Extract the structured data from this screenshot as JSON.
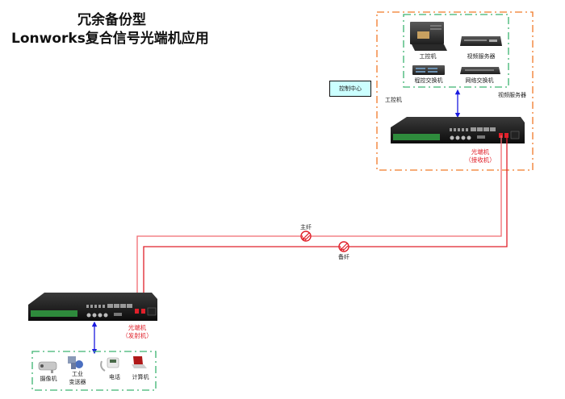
{
  "title": {
    "line1": "冗余备份型",
    "line2": "Lonworks复合信号光端机应用"
  },
  "control_center": {
    "label": "控制中心",
    "devices": [
      {
        "label": "工控机",
        "icon": "industrial-pc-icon"
      },
      {
        "label": "视频服务器",
        "icon": "video-server-icon"
      },
      {
        "label": "程控交换机",
        "icon": "pbx-switch-icon"
      },
      {
        "label": "网络交换机",
        "icon": "network-switch-icon"
      }
    ],
    "side_label_left": "工控机",
    "side_label_right": "视频服务器",
    "receiver": {
      "line1": "光端机",
      "line2": "（接收机）"
    }
  },
  "fiber": {
    "main_label": "主纤",
    "backup_label": "备纤"
  },
  "field_site": {
    "transmitter": {
      "line1": "光端机",
      "line2": "（发射机）"
    },
    "devices": [
      {
        "label": "摄像机",
        "icon": "camera-icon"
      },
      {
        "label": "工业\n变送器",
        "line1": "工业",
        "line2": "变送器",
        "icon": "transmitter-icon"
      },
      {
        "label": "电话",
        "icon": "telephone-icon"
      },
      {
        "label": "计算机",
        "icon": "laptop-icon"
      }
    ]
  },
  "colors": {
    "fiber": "#e0202a",
    "link_arrow": "#1a1adf",
    "outer_box": "#f07a28",
    "inner_box": "#3cb371",
    "control_center_fill": "#ccffff"
  }
}
